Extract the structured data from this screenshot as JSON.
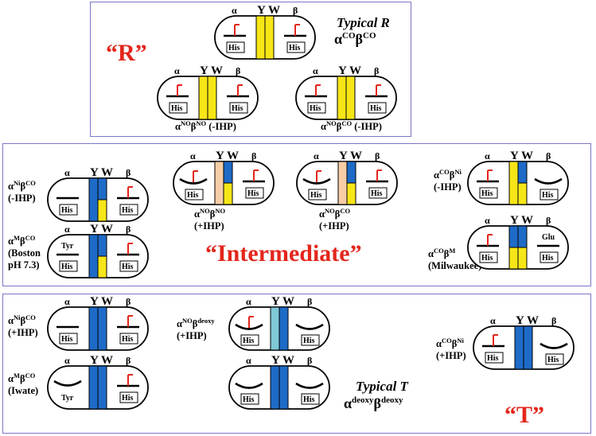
{
  "text": {
    "alpha": "α",
    "beta": "β",
    "Y": "Y",
    "W": "W",
    "his": "His",
    "tyr": "Tyr",
    "glu": "Glu"
  },
  "panels": {
    "r": {
      "name": "“R”"
    },
    "intermediate": {
      "name": "“Intermediate”"
    },
    "t": {
      "name": "“T”"
    }
  },
  "reference_states": {
    "typical_r": {
      "title": "Typical R",
      "ligand_alpha": "CO",
      "ligand_beta": "CO"
    },
    "typical_t": {
      "title": "Typical T",
      "ligand_alpha": "deoxy",
      "ligand_beta": "deoxy"
    }
  },
  "states": [
    {
      "id": "r-no-no",
      "alpha": "NO",
      "beta": "NO",
      "condition": "(-IHP)"
    },
    {
      "id": "r-no-co",
      "alpha": "NO",
      "beta": "CO",
      "condition": "(-IHP)"
    },
    {
      "id": "i-ni-co",
      "alpha": "Ni",
      "beta": "CO",
      "condition": "(-IHP)"
    },
    {
      "id": "i-m-co-boston",
      "alpha": "M",
      "beta": "CO",
      "variant": "(Boston",
      "condition": "pH 7.3)"
    },
    {
      "id": "i-no-no",
      "alpha": "NO",
      "beta": "NO",
      "condition": "(+IHP)"
    },
    {
      "id": "i-no-co",
      "alpha": "NO",
      "beta": "CO",
      "condition": "(+IHP)"
    },
    {
      "id": "i-co-ni",
      "alpha": "CO",
      "beta": "Ni",
      "condition": "(-IHP)"
    },
    {
      "id": "i-co-m",
      "alpha": "CO",
      "beta": "M",
      "variant": "(Milwaukee)"
    },
    {
      "id": "t-ni-co",
      "alpha": "Ni",
      "beta": "CO",
      "condition": "(+IHP)"
    },
    {
      "id": "t-m-co",
      "alpha": "M",
      "beta": "CO",
      "variant": "(Iwate)"
    },
    {
      "id": "t-no-deoxy",
      "alpha": "NO",
      "beta": "deoxy",
      "condition": "(+IHP)"
    },
    {
      "id": "t-co-ni",
      "alpha": "CO",
      "beta": "Ni",
      "condition": "(+IHP)"
    }
  ],
  "colors": {
    "panel_border": "#7a76c8",
    "yellow": "#f7e617",
    "blue": "#1e6bc7",
    "peach": "#f6cda6",
    "cyan": "#80c8d6",
    "ligand_red": "#e3261c",
    "title_red": "#e3261c"
  }
}
